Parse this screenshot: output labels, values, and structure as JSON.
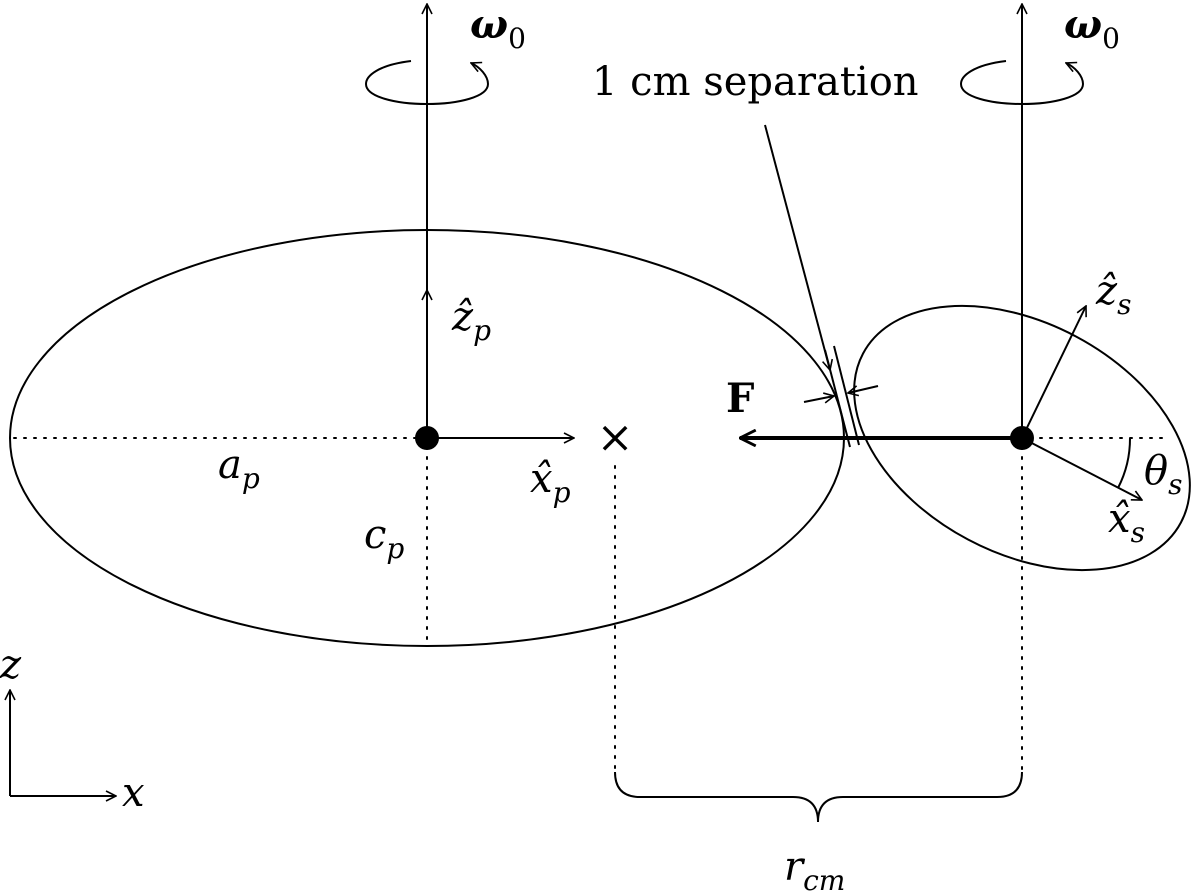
{
  "labels": {
    "omega_left": {
      "symbol": "ω",
      "subscript": "0"
    },
    "omega_right": {
      "symbol": "ω",
      "subscript": "0"
    },
    "separation": "1 cm separation",
    "z_hat_p": {
      "symbol": "ẑ",
      "subscript": "p"
    },
    "x_hat_p": {
      "symbol": "x̂",
      "subscript": "p"
    },
    "a_p": {
      "symbol": "a",
      "subscript": "p"
    },
    "c_p": {
      "symbol": "c",
      "subscript": "p"
    },
    "force": "F",
    "z_hat_s": {
      "symbol": "ẑ",
      "subscript": "s"
    },
    "x_hat_s": {
      "symbol": "x̂",
      "subscript": "s"
    },
    "theta_s": {
      "symbol": "θ",
      "subscript": "s"
    },
    "r_cm": {
      "symbol": "r",
      "subscript": "cm"
    },
    "axis_z": "z",
    "axis_x": "x"
  },
  "markers": {
    "cross": "×"
  }
}
